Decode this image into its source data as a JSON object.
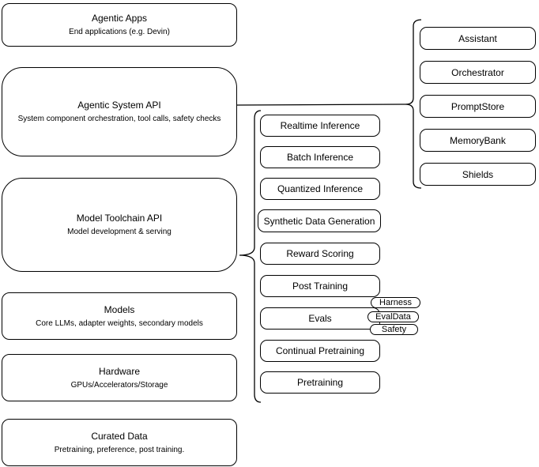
{
  "left_column": [
    {
      "title": "Agentic Apps",
      "subtitle": "End applications (e.g. Devin)"
    },
    {
      "title": "Agentic System API",
      "subtitle": "System component orchestration, tool calls, safety checks"
    },
    {
      "title": "Model Toolchain API",
      "subtitle": "Model development & serving"
    },
    {
      "title": "Models",
      "subtitle": "Core LLMs, adapter weights, secondary models"
    },
    {
      "title": "Hardware",
      "subtitle": "GPUs/Accelerators/Storage"
    },
    {
      "title": "Curated Data",
      "subtitle": "Pretraining, preference, post training."
    }
  ],
  "toolchain_items": [
    "Realtime Inference",
    "Batch Inference",
    "Quantized Inference",
    "Synthetic Data Generation",
    "Reward Scoring",
    "Post Training",
    "Evals",
    "Continual Pretraining",
    "Pretraining"
  ],
  "eval_tags": [
    "Harness",
    "EvalData",
    "Safety"
  ],
  "system_components": [
    "Assistant",
    "Orchestrator",
    "PromptStore",
    "MemoryBank",
    "Shields"
  ],
  "colors": {
    "stroke": "#000000",
    "fill": "#ffffff",
    "background": "#ffffff",
    "text": "#000000"
  }
}
